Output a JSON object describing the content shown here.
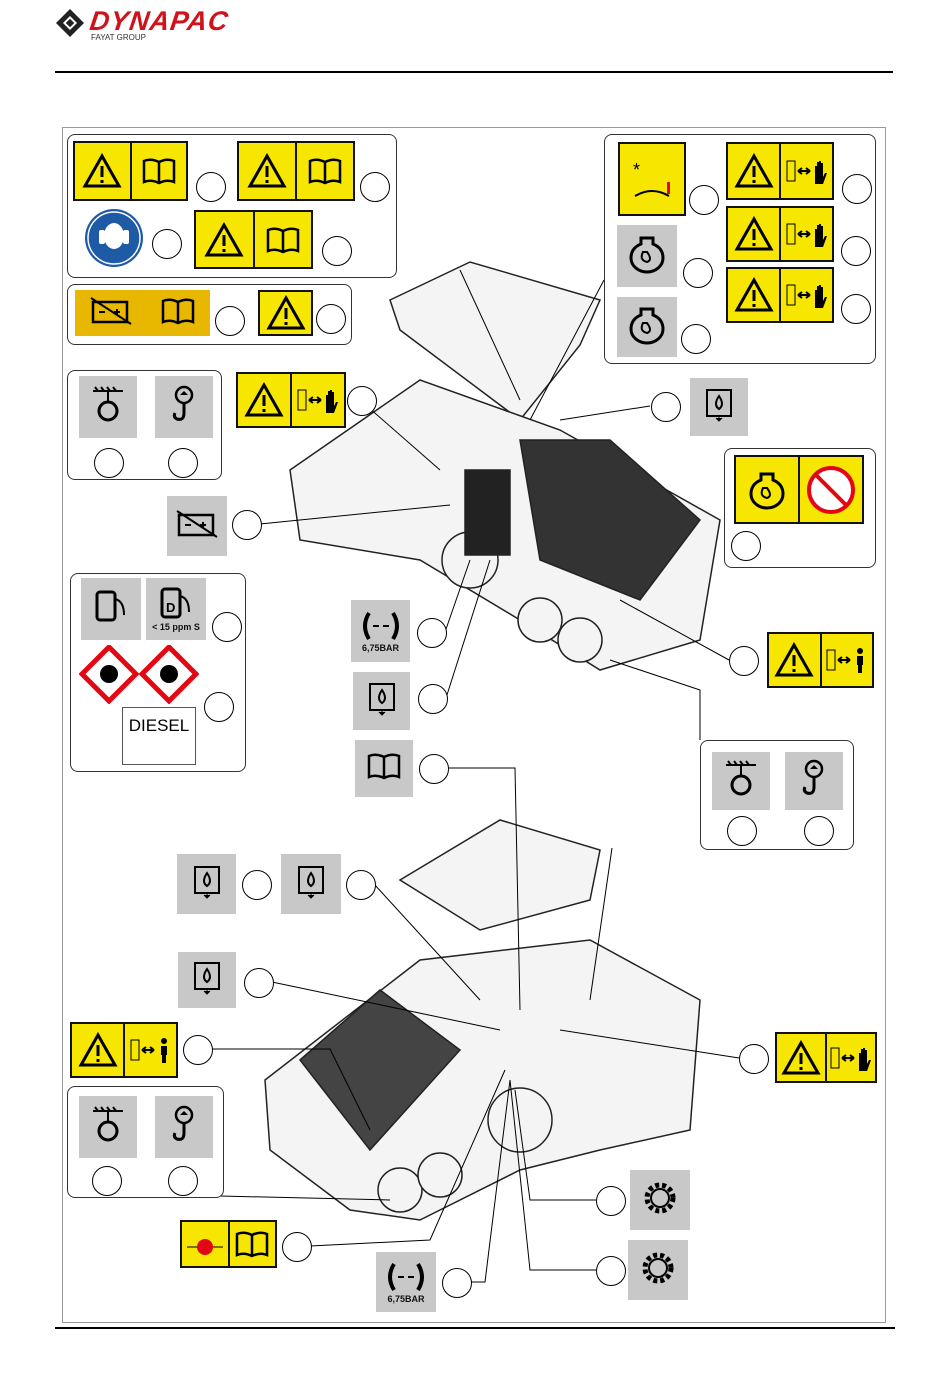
{
  "header": {
    "brand": "DYNAPAC",
    "sub": "FAYAT GROUP"
  },
  "decals": {
    "fuel_ppm": "< 15 ppm S",
    "diesel": "DIESEL",
    "pressure_top": "6,75BAR",
    "pressure_bottom": "6,75BAR"
  },
  "colors": {
    "brand": "#d1121b",
    "warning": "#f6e600",
    "grey": "#c8c8c8",
    "hazard": "#e30613",
    "blue": "#1f5aa6"
  }
}
